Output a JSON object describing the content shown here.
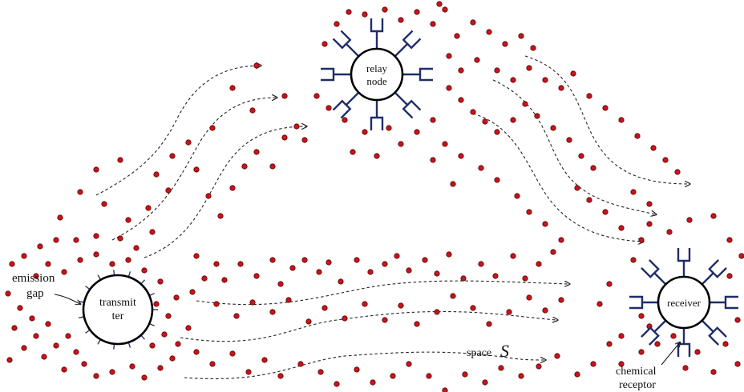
{
  "nodes": {
    "transmitter": {
      "label_line1": "transmit",
      "label_line2": "ter"
    },
    "relay": {
      "label_line1": "relay",
      "label_line2": "node"
    },
    "receiver": {
      "label": "receiver"
    }
  },
  "labels": {
    "emission_gap_line1": "emission",
    "emission_gap_line2": "gap",
    "space_prefix": "space",
    "space_symbol": "S",
    "chemical_receptor_line1": "chemical",
    "chemical_receptor_line2": "receptor"
  },
  "colors": {
    "molecule": "#c8141a",
    "receptor": "#1f2d6b",
    "node_outline": "#000000"
  },
  "icons": {
    "molecule": "red-dot",
    "receptor": "receptor-cup-icon"
  }
}
